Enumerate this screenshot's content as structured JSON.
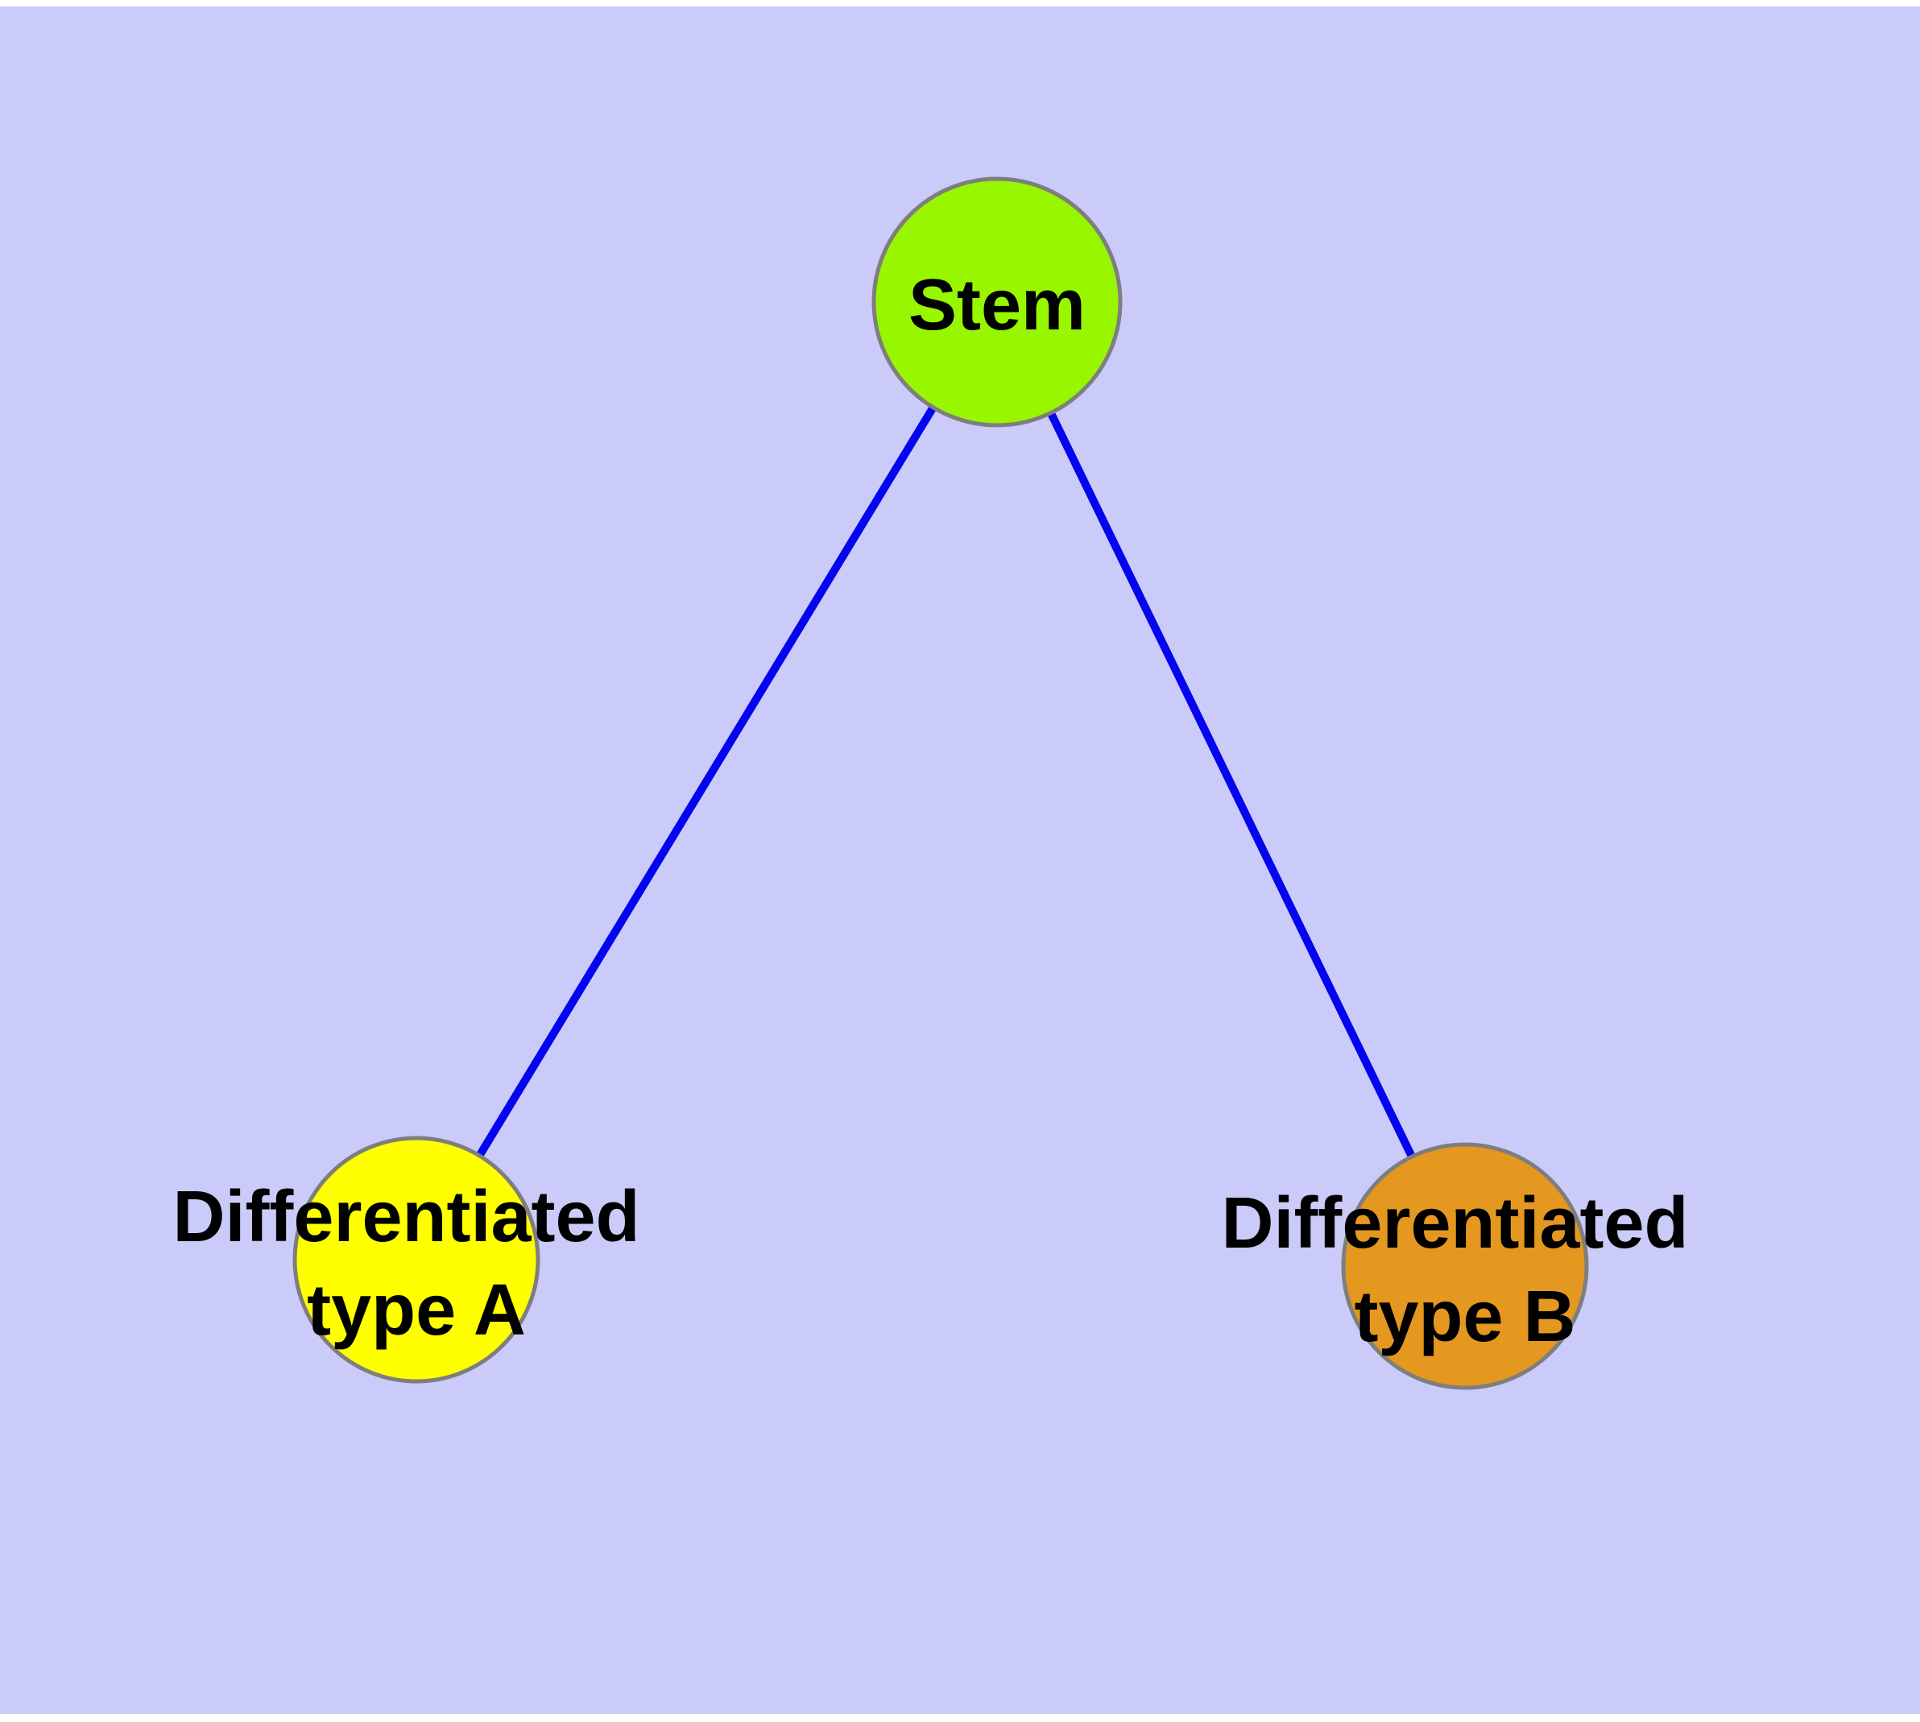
{
  "diagram": {
    "type": "graph",
    "background_color": "#CBCBF9",
    "margin_color": "#FFFFFF",
    "edge_color": "#0404EE",
    "node_border_color": "#7E7E7E",
    "label_color": "#000000",
    "nodes": [
      {
        "id": "stem",
        "label": "Stem",
        "label_lines": [
          "Stem"
        ],
        "color": "#98F600"
      },
      {
        "id": "differentiated-a",
        "label": "Differentiated type A",
        "label_lines": [
          "Differentiated",
          "type A"
        ],
        "color": "#FFFF00"
      },
      {
        "id": "differentiated-b",
        "label": "Differentiated type B",
        "label_lines": [
          "Differentiated",
          "type B"
        ],
        "color": "#E4981F"
      }
    ],
    "edges": [
      {
        "from": "stem",
        "to": "differentiated-a"
      },
      {
        "from": "stem",
        "to": "differentiated-b"
      }
    ]
  }
}
